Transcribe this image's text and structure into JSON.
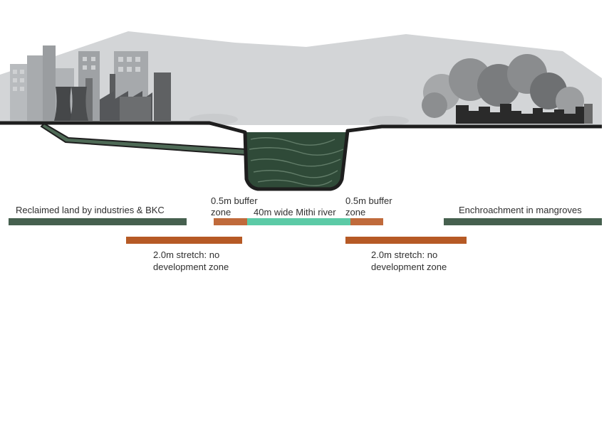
{
  "colors": {
    "land_bar": "#46604f",
    "buffer_bar": "#c06a3b",
    "river_bar": "#5ccaa6",
    "stretch_bar": "#b65a25",
    "ground_line": "#1e1e1e",
    "water": "#2f4a38",
    "sky": "#d4d6d8",
    "city": "#7c7e80",
    "settlement": "#2a2a2a"
  },
  "labels": {
    "reclaimed": "Reclaimed land by industries & BKC",
    "buffer_left_1": "0.5m buffer",
    "buffer_left_2": "zone",
    "river": "40m wide Mithi river",
    "buffer_right_1": "0.5m buffer",
    "buffer_right_2": "zone",
    "encroachment": "Enchroachment in mangroves",
    "stretch_left_1": "2.0m stretch: no",
    "stretch_left_2": "development zone",
    "stretch_right_1": "2.0m stretch: no",
    "stretch_right_2": "development zone"
  }
}
